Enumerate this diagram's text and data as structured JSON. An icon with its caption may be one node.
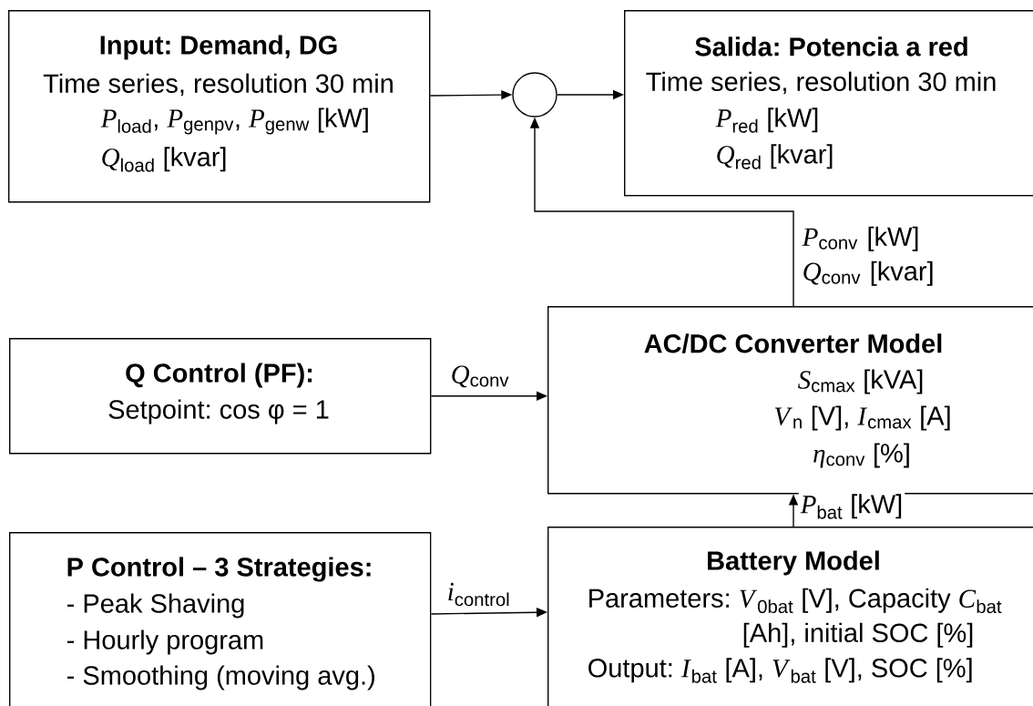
{
  "diagram": {
    "nodes": [
      {
        "text": [
          "Input: Demand, DG",
          "Time series, resolution 30 min",
          "*P*$_{load}$, *P*$_{genpv}$, *P*$_{genw}$ [kW]",
          "*Q*$_{load}$ [kvar]"
        ]
      },
      {
        "text": [],
        "shape": "circle"
      },
      {
        "text": [
          "Salida: Potencia a red",
          "Time series, resolution 30 min",
          "*P*$_{red}$ [kW]",
          "*Q*$_{red}$ [kvar]"
        ]
      },
      {
        "text": [
          "AC/DC Converter Model",
          "*S*$_{cmax}$ [kVA]",
          "*V*$_{n}$ [V], *I*$_{cmax}$ [A]",
          "*η*$_{conv}$ [%]"
        ]
      },
      {
        "text": [
          "Q Control (PF):",
          "Setpoint: cos φ = 1"
        ]
      },
      {
        "text": [
          "P Control – 3 Strategies:",
          "- Peak Shaving",
          "- Hourly program",
          "- Smoothing (moving avg.)"
        ]
      },
      {
        "text": [
          "Battery Model",
          "Parameters: *V*$_{0bat}$ [V], Capacity *C*$_{bat}$ [Ah], initial SOC [%]",
          "Output: *I*$_{bat}$ [A], *V*$_{bat}$ [V], SOC [%]"
        ]
      }
    ],
    "edges": [
      {
        "from": 0,
        "to": 1,
        "arrow": "to"
      },
      {
        "from": 1,
        "to": 2,
        "arrow": "to"
      },
      {
        "from": 3,
        "to": 1,
        "arrow": "to",
        "label": "*P*$_{conv}$ [kW] *Q*$_{conv}$ [kvar]"
      },
      {
        "from": 4,
        "to": 3,
        "arrow": "to",
        "label": "*Q*$_{conv}$"
      },
      {
        "from": 6,
        "to": 3,
        "arrow": "to",
        "label": "*P*$_{bat}$ [kW]"
      },
      {
        "from": 5,
        "to": 6,
        "arrow": "to",
        "label": "*i*$_{control}$"
      }
    ]
  }
}
